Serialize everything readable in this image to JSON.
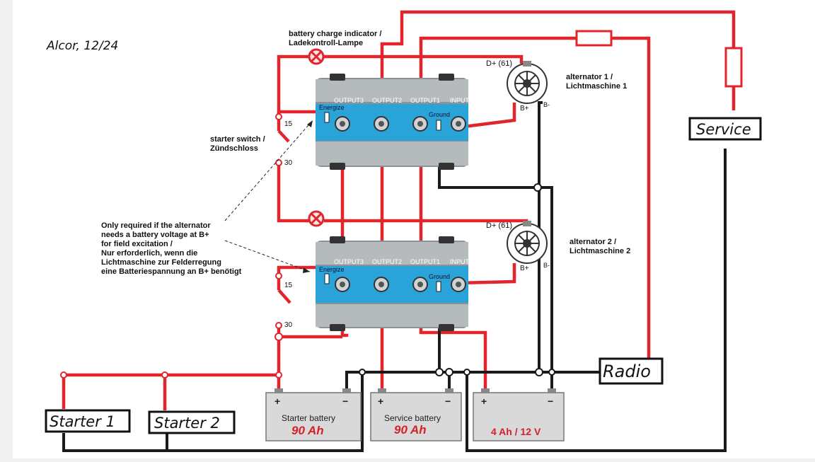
{
  "title": "Alcor, 12/24",
  "labels": {
    "charge_indicator_1": "battery charge indicator /",
    "charge_indicator_2": "Ladekontroll-Lampe",
    "starter_switch_1": "starter switch /",
    "starter_switch_2": "Zündschloss",
    "note_lines": [
      "Only required if the alternator",
      "needs a battery voltage at B+",
      "for field excitation /",
      "Nur erforderlich, wenn die",
      "Lichtmaschine zur Felderregung",
      "eine Batteriespannung an B+ benötigt"
    ],
    "alt1_1": "alternator 1 /",
    "alt1_2": "Lichtmaschine 1",
    "alt2_1": "alternator 2 /",
    "alt2_2": "Lichtmaschine 2",
    "d_plus": "D+ (61)",
    "b_plus": "B+",
    "b_minus": "B-",
    "sw_15": "15",
    "sw_30": "30"
  },
  "isolator": {
    "outputs": [
      "OUTPUT3",
      "OUTPUT2",
      "OUTPUT1",
      "INPUT"
    ],
    "energize": "Energize",
    "ground": "Ground"
  },
  "boxes": {
    "service": "Service",
    "radio": "Radio",
    "starter1": "Starter 1",
    "starter2": "Starter 2"
  },
  "batteries": [
    {
      "name": "Starter battery",
      "capacity": "90 Ah"
    },
    {
      "name": "Service battery",
      "capacity": "90 Ah"
    },
    {
      "name": "",
      "capacity": "4 Ah / 12 V"
    }
  ],
  "colors": {
    "positive_wire": "#e0262c",
    "negative_wire": "#1a1a1a",
    "isolator_blue": "#2aa3d8",
    "isolator_grey": "#9aa0a4"
  }
}
